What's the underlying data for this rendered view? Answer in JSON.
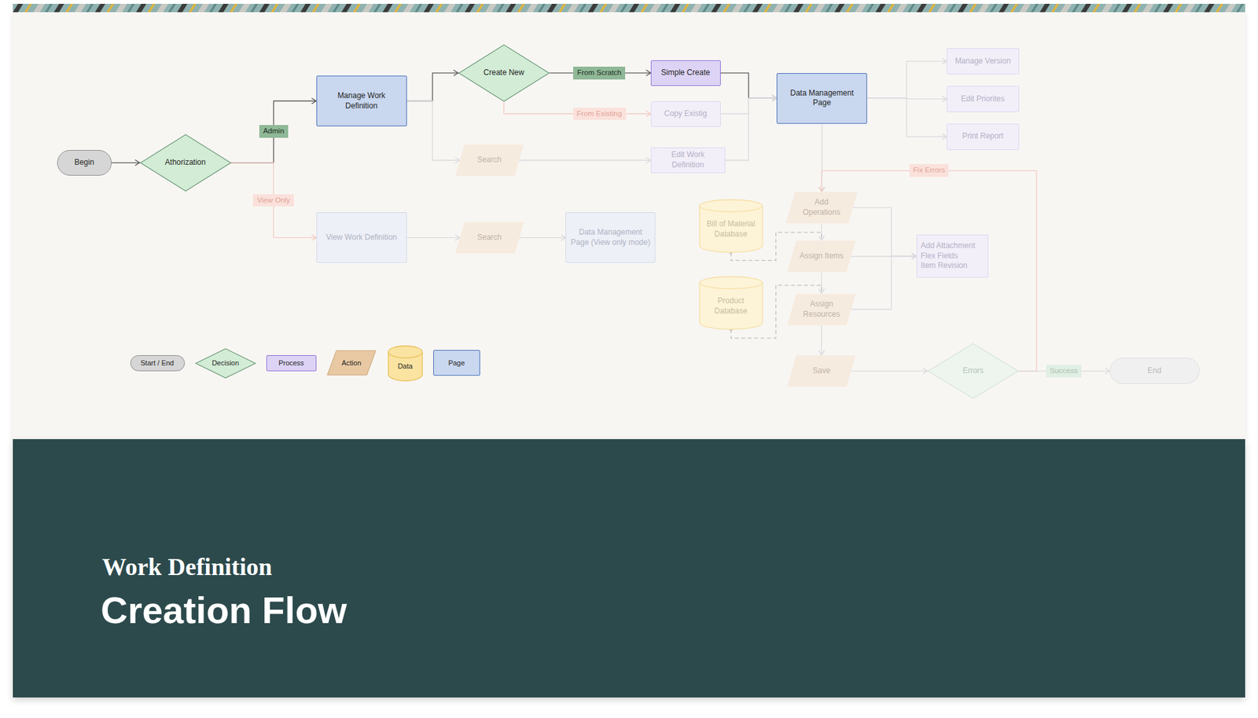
{
  "diagram": {
    "title": "Creation Flow",
    "nodes": [
      {
        "text": [
          "Begin"
        ]
      },
      {
        "text": [
          "Athorization"
        ]
      },
      {
        "text": [
          "Manage Work Definition"
        ]
      },
      {
        "text": [
          "Create New"
        ]
      },
      {
        "text": [
          "Simple Create"
        ]
      },
      {
        "text": [
          "Copy Existig"
        ]
      },
      {
        "text": [
          "Search"
        ]
      },
      {
        "text": [
          "Edit Work Definition"
        ]
      },
      {
        "text": [
          "Data Management Page"
        ]
      },
      {
        "text": [
          "Manage Version"
        ]
      },
      {
        "text": [
          "Edit Priorites"
        ]
      },
      {
        "text": [
          "Print Report"
        ]
      },
      {
        "text": [
          "View Work Definition"
        ]
      },
      {
        "text": [
          "Search"
        ]
      },
      {
        "text": [
          "Data Management Page (View only mode)"
        ]
      },
      {
        "text": [
          "Add Operations"
        ]
      },
      {
        "text": [
          "Bill of Material Database"
        ]
      },
      {
        "text": [
          "Assign Items"
        ]
      },
      {
        "text": [
          "Product Database"
        ]
      },
      {
        "text": [
          "Assign Resources"
        ]
      },
      {
        "text": [
          "Add Attachment",
          "Flex Fields",
          "Item Revision"
        ]
      },
      {
        "text": [
          "Save"
        ]
      },
      {
        "text": [
          "Errors"
        ]
      },
      {
        "text": [
          "End"
        ]
      }
    ],
    "edges": [
      {
        "from": 0,
        "to": 1,
        "arrow": "to"
      },
      {
        "from": 1,
        "to": 2,
        "label": "Admin",
        "arrow": "to"
      },
      {
        "from": 1,
        "to": 12,
        "label": "View Only",
        "arrow": "to"
      },
      {
        "from": 2,
        "to": 3,
        "arrow": "to"
      },
      {
        "from": 2,
        "to": 6,
        "arrow": "to"
      },
      {
        "from": 3,
        "to": 4,
        "label": "From Scratch",
        "arrow": "to"
      },
      {
        "from": 3,
        "to": 5,
        "label": "From Existing",
        "arrow": "to"
      },
      {
        "from": 6,
        "to": 7,
        "arrow": "to"
      },
      {
        "from": 4,
        "to": 8,
        "arrow": "to"
      },
      {
        "from": 5,
        "to": 8,
        "arrow": "to"
      },
      {
        "from": 7,
        "to": 8,
        "arrow": "to"
      },
      {
        "from": 8,
        "to": 9,
        "arrow": "to"
      },
      {
        "from": 8,
        "to": 10,
        "arrow": "to"
      },
      {
        "from": 8,
        "to": 11,
        "arrow": "to"
      },
      {
        "from": 12,
        "to": 13,
        "arrow": "to"
      },
      {
        "from": 13,
        "to": 14,
        "arrow": "to"
      },
      {
        "from": 8,
        "to": 15,
        "arrow": "to"
      },
      {
        "from": 15,
        "to": 17,
        "arrow": "to"
      },
      {
        "from": 16,
        "to": 17,
        "arrow": "none"
      },
      {
        "from": 17,
        "to": 19,
        "arrow": "to"
      },
      {
        "from": 18,
        "to": 19,
        "arrow": "none"
      },
      {
        "from": 15,
        "to": 20,
        "arrow": "to"
      },
      {
        "from": 17,
        "to": 20,
        "arrow": "to"
      },
      {
        "from": 19,
        "to": 20,
        "arrow": "to"
      },
      {
        "from": 19,
        "to": 21,
        "arrow": "to"
      },
      {
        "from": 21,
        "to": 22,
        "arrow": "to"
      },
      {
        "from": 22,
        "to": 15,
        "label": "Fix Errors",
        "arrow": "to"
      },
      {
        "from": 22,
        "to": 23,
        "label": "Success",
        "arrow": "to"
      }
    ],
    "labels": [
      "Work Definition"
    ],
    "legend": [
      {
        "text": "Start / End"
      },
      {
        "text": "Decision"
      },
      {
        "text": "Process"
      },
      {
        "text": "Action"
      },
      {
        "text": "Data"
      },
      {
        "text": "Page"
      }
    ]
  }
}
